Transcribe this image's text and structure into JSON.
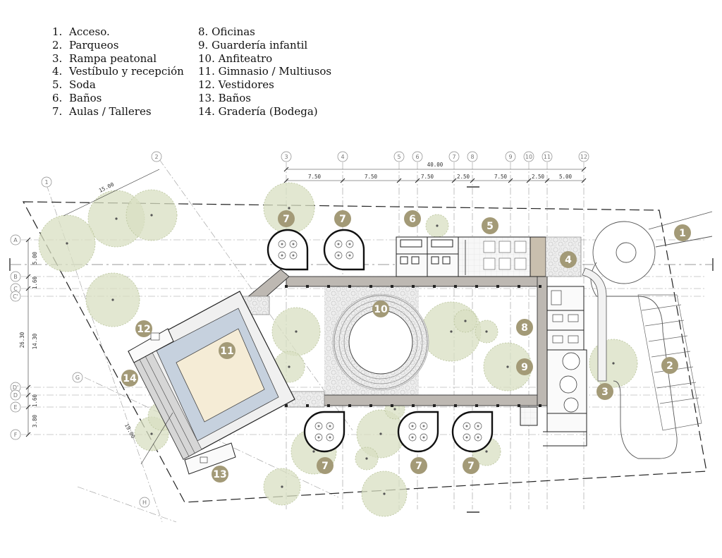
{
  "legend": {
    "col1": [
      {
        "num": "1.",
        "label": "Acceso."
      },
      {
        "num": "2.",
        "label": "Parqueos"
      },
      {
        "num": "3.",
        "label": "Rampa peatonal"
      },
      {
        "num": "4.",
        "label": "Vestíbulo y recepción"
      },
      {
        "num": "5.",
        "label": "Soda"
      },
      {
        "num": "6.",
        "label": "Baños"
      },
      {
        "num": "7.",
        "label": "Aulas / Talleres"
      }
    ],
    "col2": [
      "8. Oficinas",
      "9. Guardería infantil",
      "10. Anfiteatro",
      "11. Gimnasio / Multiusos",
      "12. Vestidores",
      "13. Baños",
      "14. Gradería (Bodega)"
    ]
  },
  "grid_axes": {
    "numbers": [
      "1",
      "2",
      "3",
      "4",
      "5",
      "6",
      "7",
      "8",
      "9",
      "10",
      "11",
      "12"
    ],
    "letters": [
      "A",
      "B",
      "C",
      "C'",
      "D'",
      "D",
      "E",
      "F",
      "G",
      "H"
    ]
  },
  "dimensions": {
    "overall": "40.00",
    "top_segments": [
      "7.50",
      "7.50",
      "7.50",
      "2.50",
      "7.50",
      "2.50",
      "5.00"
    ],
    "left_total": "26.30",
    "left_segments": [
      "5.00",
      "1.60",
      "14.30",
      "1.60",
      "3.80"
    ],
    "diag_top": "15.00",
    "diag_side": "19.00"
  },
  "markers": [
    "1",
    "2",
    "3",
    "4",
    "5",
    "6",
    "7",
    "7",
    "7",
    "7",
    "7",
    "7",
    "8",
    "9",
    "10",
    "11",
    "12",
    "13",
    "14"
  ],
  "colors": {
    "marker": "#a39a77",
    "tree": "#d8dfc2",
    "floor": "#f5ecd6",
    "court_edge": "#c6d1de",
    "walkway": "#bdb8b2",
    "line": "#222222"
  }
}
